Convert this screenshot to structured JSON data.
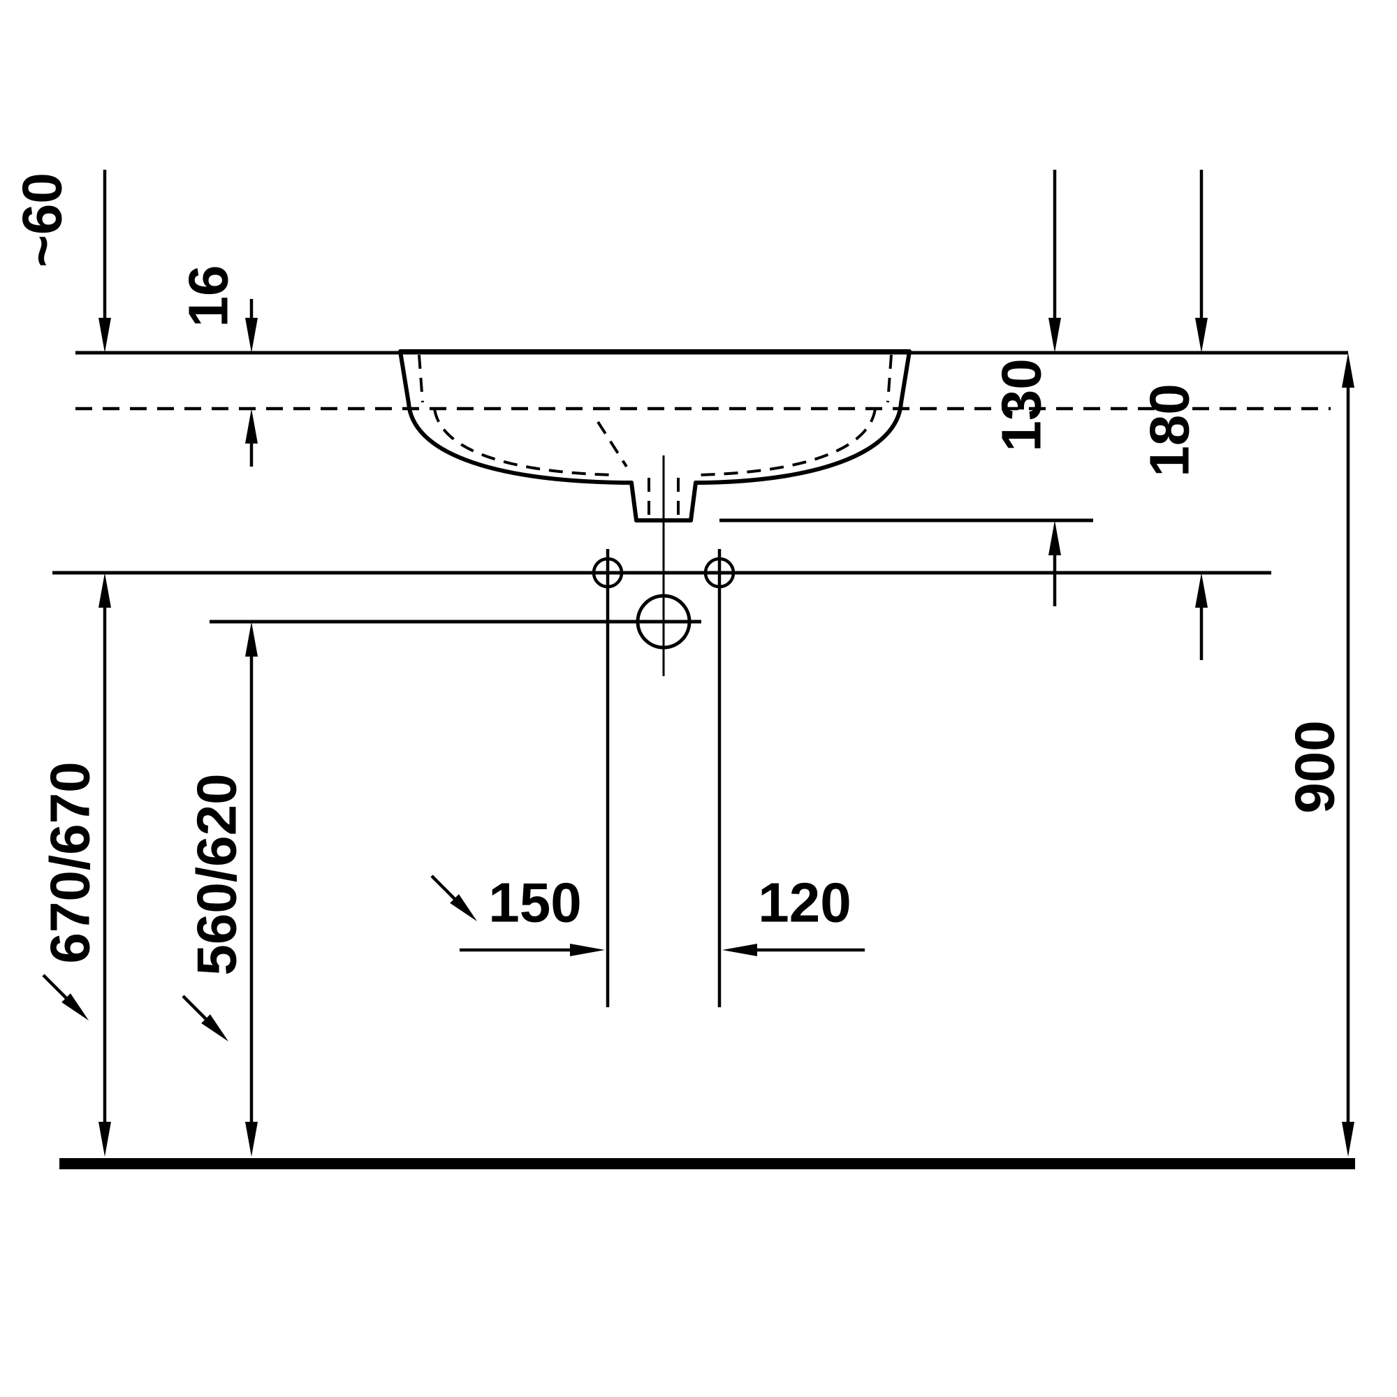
{
  "dimensions": {
    "counter_offset": "~60",
    "rim_height": "16",
    "basin_depth": "130",
    "outlet_depth": "180",
    "height_left": "670/670",
    "height_mid": "560/620",
    "hole_offset_left": "150",
    "hole_offset_right": "120",
    "mount_height": "900"
  },
  "colors": {
    "line": "#000000",
    "background": "#ffffff"
  }
}
